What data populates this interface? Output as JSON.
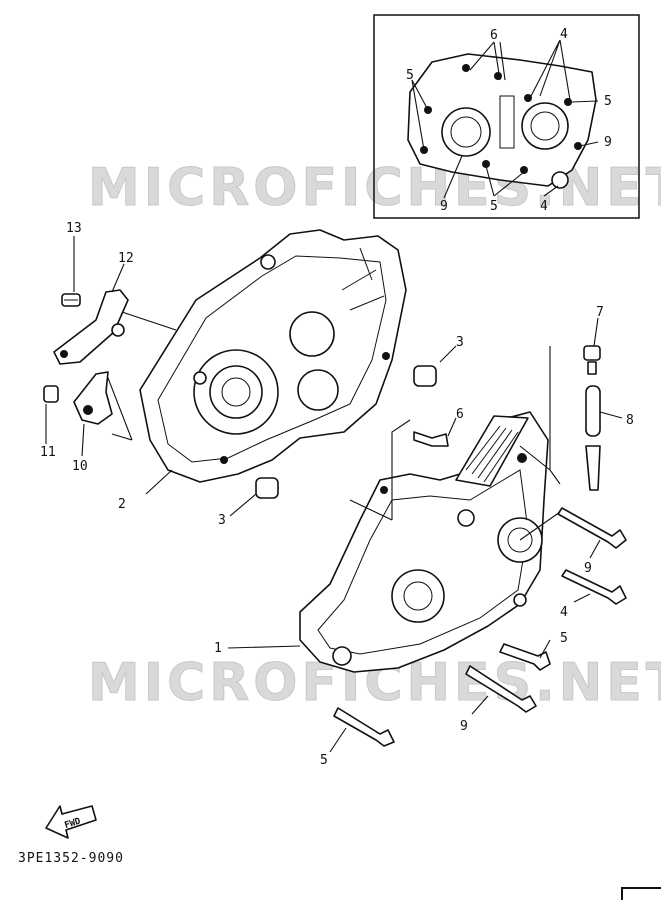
{
  "watermark": "MICROFICHES.NET",
  "catalog_code": "3PE1352-9090",
  "fwd_label": "FWD",
  "callouts": {
    "c1": "1",
    "c2": "2",
    "c3a": "3",
    "c3b": "3",
    "c4": "4",
    "c5a": "5",
    "c5b": "5",
    "c6": "6",
    "c7": "7",
    "c8": "8",
    "c9a": "9",
    "c9b": "9",
    "c10": "10",
    "c11": "11",
    "c12": "12",
    "c13": "13"
  },
  "inset_callouts": {
    "i6": "6",
    "i4a": "4",
    "i5a": "5",
    "i5b": "5",
    "i9a": "9",
    "i9b": "9",
    "i5c": "5",
    "i4b": "4"
  }
}
